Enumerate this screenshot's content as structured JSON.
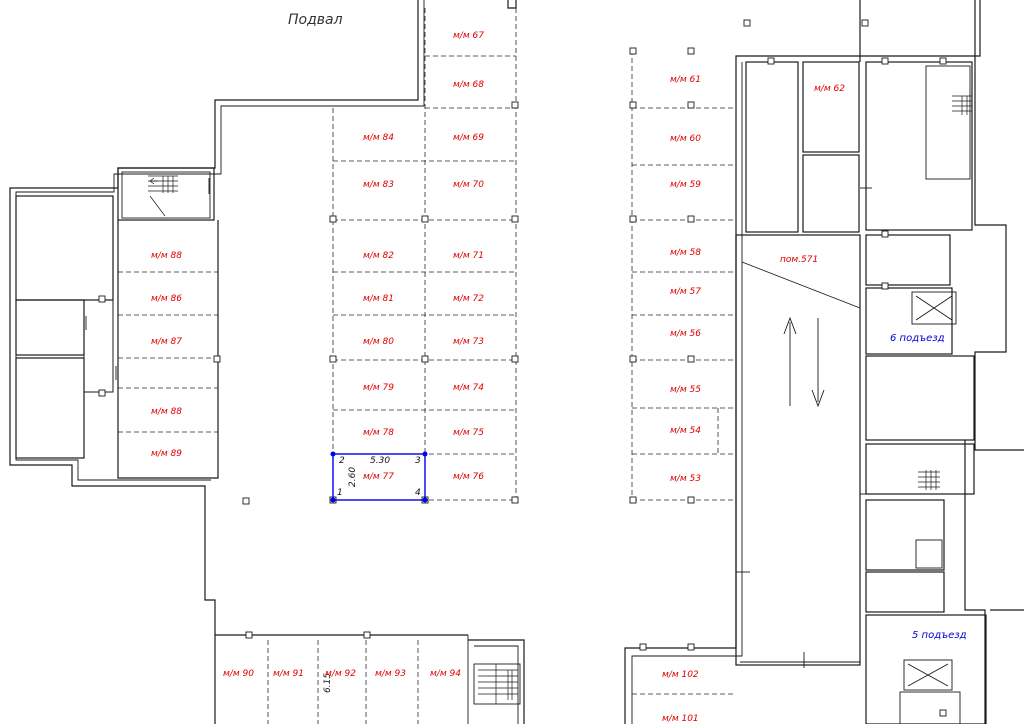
{
  "plan": {
    "title": "Подвал",
    "room_label": "пом.571",
    "entrances": [
      "6 подъезд",
      "5 подъезд"
    ],
    "selected_space": {
      "width": "5.30",
      "depth": "2.60",
      "corners": [
        "1",
        "2",
        "3",
        "4"
      ]
    },
    "small_dimension": "6.15",
    "spaces": [
      "м/м 67",
      "м/м 68",
      "м/м 69",
      "м/м 70",
      "м/м 71",
      "м/м 72",
      "м/м 73",
      "м/м 74",
      "м/м 75",
      "м/м 76",
      "м/м 84",
      "м/м 83",
      "м/м 82",
      "м/м 81",
      "м/м 80",
      "м/м 79",
      "м/м 78",
      "м/м 77",
      "м/м 88",
      "м/м 86",
      "м/м 87",
      "м/м 88",
      "м/м 89",
      "м/м 61",
      "м/м 60",
      "м/м 59",
      "м/м 58",
      "м/м 57",
      "м/м 56",
      "м/м 55",
      "м/м 54",
      "м/м 53",
      "м/м 62",
      "м/м 90",
      "м/м 91",
      "м/м 92",
      "м/м 93",
      "м/м 94",
      "м/м 102",
      "м/м 101"
    ]
  }
}
